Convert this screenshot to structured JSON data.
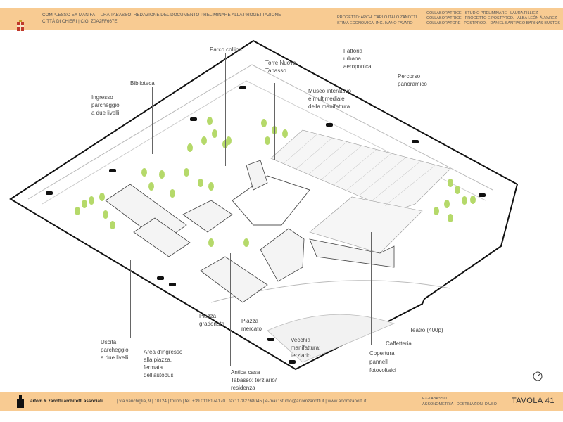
{
  "header": {
    "title": "COMPLESSO EX MANIFATTURA TABASSO: REDAZIONE DEL DOCUMENTO PRELIMINARE ALLA PROGETTAZIONE",
    "subtitle": "CITTÀ DI CHIERI  |  CIG: Z0A2FF667E",
    "project_lines": [
      "PROGETTO: ARCH. CARLO ITALO ZANOTTI",
      "STIMA ECONOMICA: ING. IVANO FAVARO"
    ],
    "collab_lines": [
      "COLLABORATRICE - STUDIO PRELIMINARE - LAURA FILLIEZ",
      "COLLABORATRICE - PROGETTO E POSTPROD. - ALBA LEÓN ÁLVAREZ",
      "COLLABORATORE - POSTPROD. - DANIEL SANTIAGO BARINAS BUSTOS"
    ]
  },
  "labels": {
    "parco_collina": "Parco collina",
    "torre": "Torre Nuova\nTabasso",
    "fattoria": "Fattoria\nurbana\naeroponica",
    "percorso": "Percorso\npanoramico",
    "museo": "Museo interattivo\ne multimediale\ndella manifattura",
    "biblioteca": "Biblioteca",
    "ingresso": "Ingresso\nparcheggio\na due livelli",
    "uscita": "Uscita\nparcheggio\na due livelli",
    "area_ingresso": "Area d'ingresso\nalla piazza,\nfermata\ndell'autobus",
    "piazza_gradonata": "Piazza\ngradonata",
    "piazza_mercato": "Piazza\nmercato",
    "antica_casa": "Antica casa\nTabasso: terziario/\nresidenza",
    "vecchia": "Vecchia\nmanifattura:\nterziario",
    "copertura": "Copertura\npannelli\nfotovoltaici",
    "caffetteria": "Caffetteria",
    "teatro": "Teatro (400p)"
  },
  "footer": {
    "firm": "artom & zanotti architetti associati",
    "contact": "| via vanchiglia, 9 | 10124 | torino | tel. +39 0118174170 | fax: 1782768045 | e-mail: studio@artomzanotti.it | www.artomzanotti.it",
    "sheet_lines": [
      "EX-TABASSO",
      "ASSONOMETRIA - DESTINAZIONI D'USO"
    ],
    "tavola": "TAVOLA  41"
  },
  "colors": {
    "band": "#f8cb92",
    "tree": "#b5d96a"
  }
}
